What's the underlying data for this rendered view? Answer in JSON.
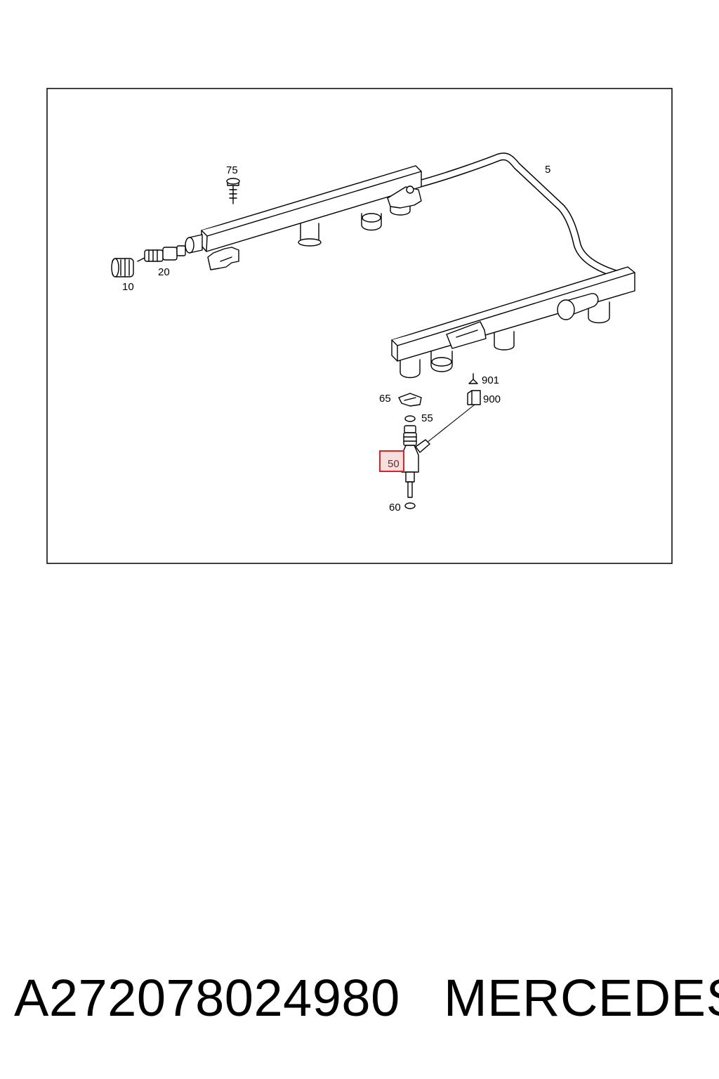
{
  "diagram": {
    "callouts": {
      "p5": "5",
      "p10": "10",
      "p20": "20",
      "p50": "50",
      "p55": "55",
      "p60": "60",
      "p65": "65",
      "p75": "75",
      "p900": "900",
      "p901": "901"
    },
    "highlighted_part": "50",
    "highlight_color": "#d6262b"
  },
  "caption": {
    "part_number": "A272078024980",
    "brand": "MERCEDES"
  }
}
